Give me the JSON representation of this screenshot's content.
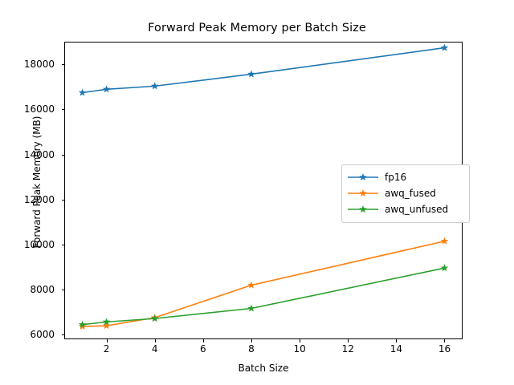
{
  "chart_data": {
    "type": "line",
    "title": "Forward Peak Memory per Batch Size",
    "xlabel": "Batch Size",
    "ylabel": "Forward Peak Memory (MB)",
    "x": [
      1,
      2,
      4,
      8,
      16
    ],
    "xlim": [
      0.25,
      16.75
    ],
    "ylim": [
      5800,
      19000
    ],
    "xticks": [
      2,
      4,
      6,
      8,
      10,
      12,
      14,
      16
    ],
    "xtick_labels": [
      "2",
      "4",
      "6",
      "8",
      "10",
      "12",
      "14",
      "16"
    ],
    "yticks": [
      6000,
      8000,
      10000,
      12000,
      14000,
      16000,
      18000
    ],
    "ytick_labels": [
      "6000",
      "8000",
      "10000",
      "12000",
      "14000",
      "16000",
      "18000"
    ],
    "grid": false,
    "legend_position": "center right",
    "marker": "star",
    "series": [
      {
        "name": "fp16",
        "color": "#1f77b4",
        "values": [
          16740,
          16890,
          17030,
          17560,
          18730
        ]
      },
      {
        "name": "awq_fused",
        "color": "#ff7f0e",
        "values": [
          6370,
          6400,
          6760,
          8200,
          10150
        ]
      },
      {
        "name": "awq_unfused",
        "color": "#2ca02c",
        "values": [
          6450,
          6570,
          6720,
          7170,
          8960
        ]
      }
    ]
  },
  "legend": {
    "entries": [
      {
        "label": "fp16"
      },
      {
        "label": "awq_fused"
      },
      {
        "label": "awq_unfused"
      }
    ]
  }
}
